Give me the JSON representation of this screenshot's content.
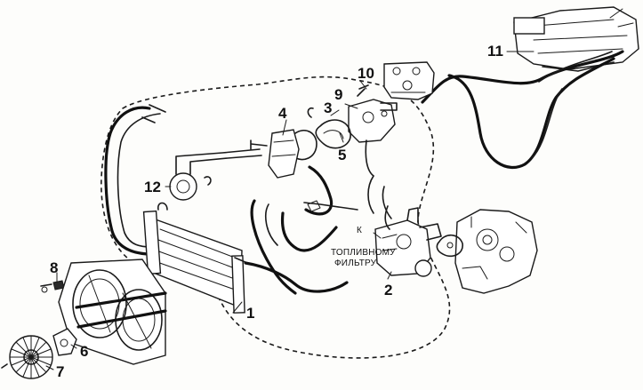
{
  "callouts": {
    "c1": "1",
    "c2": "2",
    "c3": "3",
    "c4": "4",
    "c5": "5",
    "c6": "6",
    "c7": "7",
    "c8": "8",
    "c9": "9",
    "c10": "10",
    "c11": "11",
    "c12": "12"
  },
  "note": {
    "line1": "К",
    "line2": "ТОПЛИВНОМУ",
    "line3": "ФИЛЬТРУ"
  }
}
